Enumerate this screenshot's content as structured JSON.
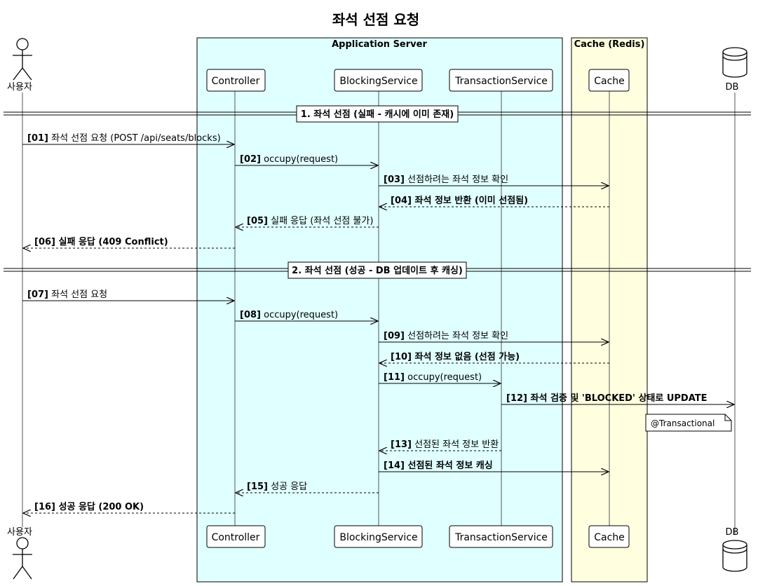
{
  "title": "좌석 선점 요청",
  "boxes": {
    "app_server": {
      "label": "Application Server",
      "fill": "#e0ffff"
    },
    "cache": {
      "label": "Cache (Redis)",
      "fill": "#ffffe0"
    }
  },
  "participants": {
    "user": "사용자",
    "controller": "Controller",
    "blocking": "BlockingService",
    "transaction": "TransactionService",
    "cache": "Cache",
    "db": "DB"
  },
  "dividers": [
    "1. 좌석 선점 (실패 - 캐시에 이미 존재)",
    "2. 좌석 선점 (성공 - DB 업데이트 후 캐싱)"
  ],
  "messages": [
    {
      "num": "[01]",
      "text": "좌석 선점 요청 (POST /api/seats/blocks)",
      "from": "user",
      "to": "controller",
      "dashed": false,
      "bold": false
    },
    {
      "num": "[02]",
      "text": "occupy(request)",
      "from": "controller",
      "to": "blocking",
      "dashed": false,
      "bold": false
    },
    {
      "num": "[03]",
      "text": "선점하려는 좌석 정보 확인",
      "from": "blocking",
      "to": "cache",
      "dashed": false,
      "bold": false
    },
    {
      "num": "[04]",
      "text": "좌석 정보 반환 (이미 선점됨)",
      "from": "cache",
      "to": "blocking",
      "dashed": true,
      "bold": true
    },
    {
      "num": "[05]",
      "text": "실패 응답 (좌석 선점 불가)",
      "from": "blocking",
      "to": "controller",
      "dashed": true,
      "bold": false
    },
    {
      "num": "[06]",
      "text": "실패 응답 (409 Conflict)",
      "from": "controller",
      "to": "user",
      "dashed": true,
      "bold": true
    },
    {
      "num": "[07]",
      "text": "좌석 선점 요청",
      "from": "user",
      "to": "controller",
      "dashed": false,
      "bold": false
    },
    {
      "num": "[08]",
      "text": "occupy(request)",
      "from": "controller",
      "to": "blocking",
      "dashed": false,
      "bold": false
    },
    {
      "num": "[09]",
      "text": "선점하려는 좌석 정보 확인",
      "from": "blocking",
      "to": "cache",
      "dashed": false,
      "bold": false
    },
    {
      "num": "[10]",
      "text": "좌석 정보 없음 (선점 가능)",
      "from": "cache",
      "to": "blocking",
      "dashed": true,
      "bold": true
    },
    {
      "num": "[11]",
      "text": "occupy(request)",
      "from": "blocking",
      "to": "transaction",
      "dashed": false,
      "bold": false
    },
    {
      "num": "[12]",
      "text": "좌석 검증 및 'BLOCKED' 상태로 UPDATE",
      "from": "transaction",
      "to": "db",
      "dashed": false,
      "bold": true
    },
    {
      "num": "[13]",
      "text": "선점된 좌석 정보 반환",
      "from": "transaction",
      "to": "blocking",
      "dashed": true,
      "bold": false
    },
    {
      "num": "[14]",
      "text": "선점된 좌석 정보 캐싱",
      "from": "blocking",
      "to": "cache",
      "dashed": false,
      "bold": true
    },
    {
      "num": "[15]",
      "text": "성공 응답",
      "from": "blocking",
      "to": "controller",
      "dashed": true,
      "bold": false
    },
    {
      "num": "[16]",
      "text": "성공 응답 (200 OK)",
      "from": "controller",
      "to": "user",
      "dashed": true,
      "bold": true
    }
  ],
  "note": "@Transactional"
}
